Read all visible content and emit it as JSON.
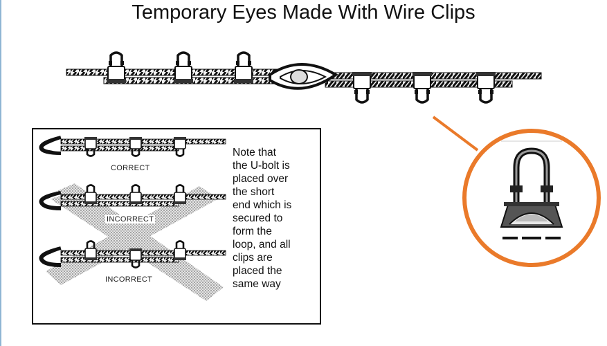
{
  "slide": {
    "title": "Temporary Eyes Made With Wire Clips"
  },
  "detail": {
    "caption_correct": "CORRECT",
    "caption_incorrect_1": "INCORRECT",
    "caption_incorrect_2": "INCORRECT",
    "note_lines": [
      "Note that",
      "the U-bolt is",
      "placed over",
      "the short",
      "end which is",
      "secured to",
      "form the",
      "loop, and all",
      "clips are",
      "placed the",
      "same way"
    ]
  },
  "colors": {
    "accent_circle": "#ea7a2a",
    "ink": "#111111",
    "left_rule": "#8fb5d4"
  },
  "icons": {
    "zoom": "wire-clip-closeup-icon"
  }
}
